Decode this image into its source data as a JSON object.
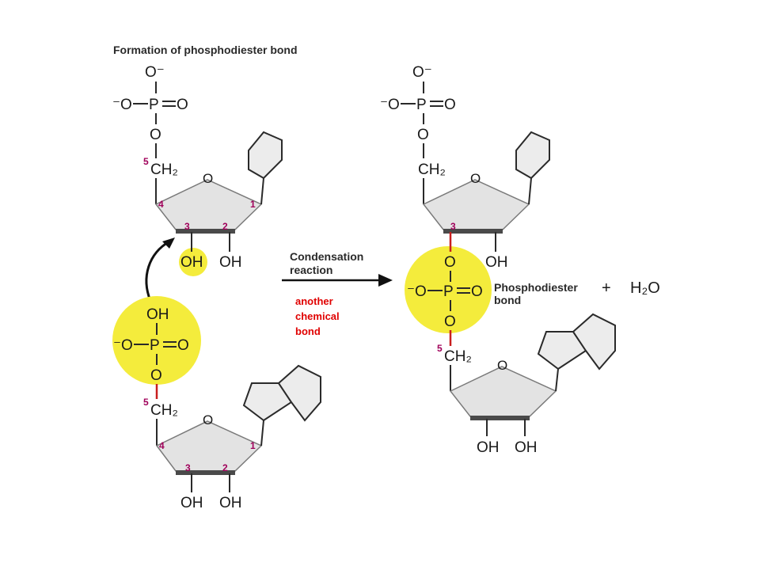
{
  "title": "Formation of phosphodiester bond",
  "labels": {
    "o_minus": "O⁻",
    "minus_o": "⁻O",
    "p": "P",
    "o": "O",
    "eq_o": "O",
    "ch2": "CH₂",
    "oh": "OH",
    "ring_o": "O",
    "c5": "5",
    "c4": "4",
    "c3": "3",
    "c2": "2",
    "c1": "1"
  },
  "arrow": {
    "line1": "Condensation",
    "line2": "reaction"
  },
  "annotation": {
    "line1": "another",
    "line2": "chemical",
    "line3": "bond"
  },
  "product": {
    "bond_line1": "Phosphodiester",
    "bond_line2": "bond",
    "plus": "+",
    "water": "H₂O"
  },
  "colors": {
    "highlight": "#f4ec3c",
    "annotation": "#e00000",
    "new_bond": "#c81e1e",
    "carbon_number": "#a0005a"
  }
}
